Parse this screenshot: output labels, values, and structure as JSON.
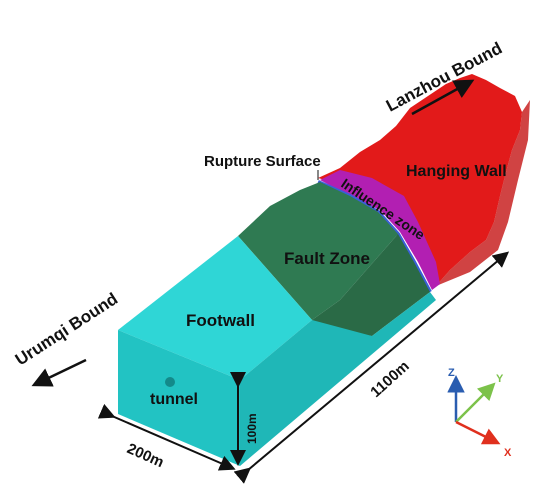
{
  "labels": {
    "lanzhou_bound": "Lanzhou Bound",
    "rupture_surface": "Rupture Surface",
    "hanging_wall": "Hanging Wall",
    "influence_zone": "Influence zone",
    "fault_zone": "Fault Zone",
    "urumqi_bound": "Urumqi Bound",
    "footwall": "Footwall",
    "tunnel": "tunnel",
    "depth": "100m",
    "length": "1100m",
    "width": "200m"
  },
  "axes": {
    "z": "Z",
    "y": "Y",
    "x": "X",
    "colors": {
      "z": "#2a5db0",
      "y": "#7cc24a",
      "x": "#e0301e"
    }
  },
  "colors": {
    "footwall_top": "#2fd6d6",
    "footwall_front": "#22c3c3",
    "footwall_side": "#1fb1b1",
    "fault_top": "#2f7a52",
    "fault_side": "#2a7048",
    "influence": "#b21fb2",
    "rupture_line": "#3a5fd8",
    "hanging": "#e21a1a"
  }
}
